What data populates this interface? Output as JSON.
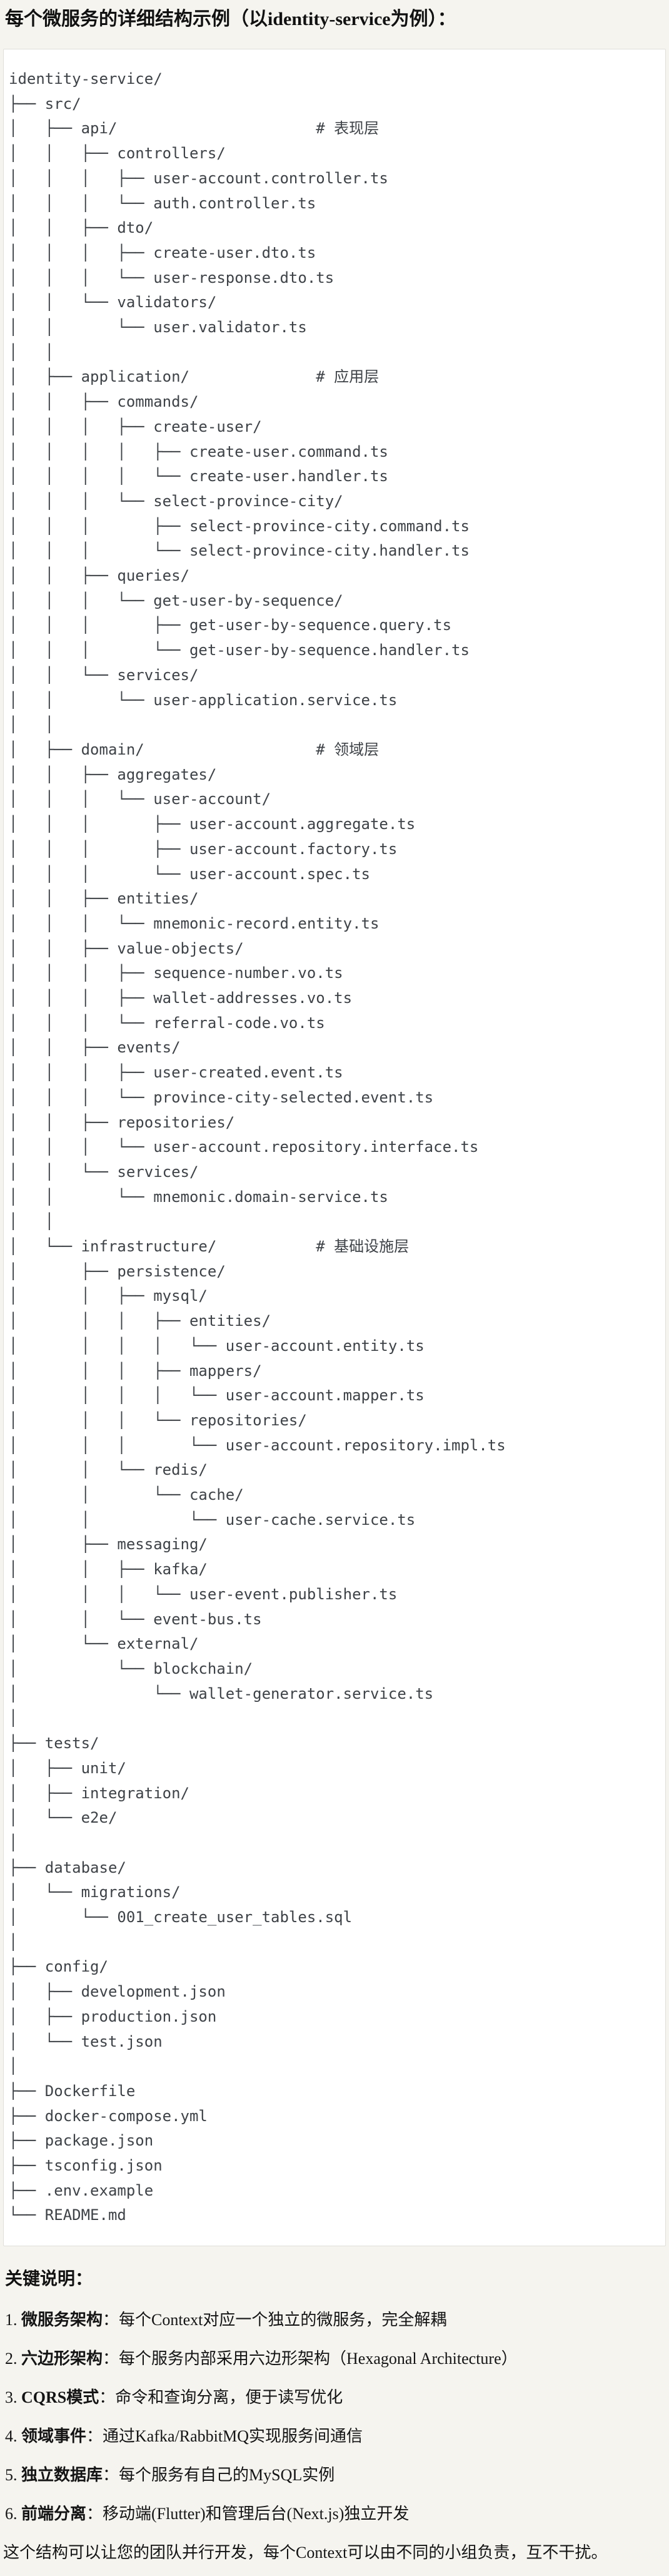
{
  "page": {
    "title": "每个微服务的详细结构示例（以identity-service为例）：",
    "background_color": "#f5f4ef"
  },
  "code_block": {
    "kind": "directory-tree",
    "background_color": "#ffffff",
    "border_color": "#e0dfda",
    "text_color": "#3e4247",
    "layer_comments": [
      "# 表现层",
      "# 应用层",
      "# 领域层",
      "# 基础设施层"
    ],
    "lines": [
      "identity-service/",
      "├── src/",
      "│   ├── api/                      # 表现层",
      "│   │   ├── controllers/",
      "│   │   │   ├── user-account.controller.ts",
      "│   │   │   └── auth.controller.ts",
      "│   │   ├── dto/",
      "│   │   │   ├── create-user.dto.ts",
      "│   │   │   └── user-response.dto.ts",
      "│   │   └── validators/",
      "│   │       └── user.validator.ts",
      "│   │",
      "│   ├── application/              # 应用层",
      "│   │   ├── commands/",
      "│   │   │   ├── create-user/",
      "│   │   │   │   ├── create-user.command.ts",
      "│   │   │   │   └── create-user.handler.ts",
      "│   │   │   └── select-province-city/",
      "│   │   │       ├── select-province-city.command.ts",
      "│   │   │       └── select-province-city.handler.ts",
      "│   │   ├── queries/",
      "│   │   │   └── get-user-by-sequence/",
      "│   │   │       ├── get-user-by-sequence.query.ts",
      "│   │   │       └── get-user-by-sequence.handler.ts",
      "│   │   └── services/",
      "│   │       └── user-application.service.ts",
      "│   │",
      "│   ├── domain/                   # 领域层",
      "│   │   ├── aggregates/",
      "│   │   │   └── user-account/",
      "│   │   │       ├── user-account.aggregate.ts",
      "│   │   │       ├── user-account.factory.ts",
      "│   │   │       └── user-account.spec.ts",
      "│   │   ├── entities/",
      "│   │   │   └── mnemonic-record.entity.ts",
      "│   │   ├── value-objects/",
      "│   │   │   ├── sequence-number.vo.ts",
      "│   │   │   ├── wallet-addresses.vo.ts",
      "│   │   │   └── referral-code.vo.ts",
      "│   │   ├── events/",
      "│   │   │   ├── user-created.event.ts",
      "│   │   │   └── province-city-selected.event.ts",
      "│   │   ├── repositories/",
      "│   │   │   └── user-account.repository.interface.ts",
      "│   │   └── services/",
      "│   │       └── mnemonic.domain-service.ts",
      "│   │",
      "│   └── infrastructure/           # 基础设施层",
      "│       ├── persistence/",
      "│       │   ├── mysql/",
      "│       │   │   ├── entities/",
      "│       │   │   │   └── user-account.entity.ts",
      "│       │   │   ├── mappers/",
      "│       │   │   │   └── user-account.mapper.ts",
      "│       │   │   └── repositories/",
      "│       │   │       └── user-account.repository.impl.ts",
      "│       │   └── redis/",
      "│       │       └── cache/",
      "│       │           └── user-cache.service.ts",
      "│       ├── messaging/",
      "│       │   ├── kafka/",
      "│       │   │   └── user-event.publisher.ts",
      "│       │   └── event-bus.ts",
      "│       └── external/",
      "│           └── blockchain/",
      "│               └── wallet-generator.service.ts",
      "│",
      "├── tests/",
      "│   ├── unit/",
      "│   ├── integration/",
      "│   └── e2e/",
      "│",
      "├── database/",
      "│   └── migrations/",
      "│       └── 001_create_user_tables.sql",
      "│",
      "├── config/",
      "│   ├── development.json",
      "│   ├── production.json",
      "│   └── test.json",
      "│",
      "├── Dockerfile",
      "├── docker-compose.yml",
      "├── package.json",
      "├── tsconfig.json",
      "├── .env.example",
      "└── README.md"
    ]
  },
  "notes": {
    "heading": "关键说明：",
    "items": [
      {
        "number": "1.",
        "term": "微服务架构",
        "separator": "：",
        "text": "每个Context对应一个独立的微服务，完全解耦"
      },
      {
        "number": "2.",
        "term": "六边形架构",
        "separator": "：",
        "text": "每个服务内部采用六边形架构（Hexagonal Architecture）"
      },
      {
        "number": "3.",
        "term": "CQRS模式",
        "separator": "：",
        "text": "命令和查询分离，便于读写优化"
      },
      {
        "number": "4.",
        "term": "领域事件",
        "separator": "：",
        "text": "通过Kafka/RabbitMQ实现服务间通信"
      },
      {
        "number": "5.",
        "term": "独立数据库",
        "separator": "：",
        "text": "每个服务有自己的MySQL实例"
      },
      {
        "number": "6.",
        "term": "前端分离",
        "separator": "：",
        "text": "移动端(Flutter)和管理后台(Next.js)独立开发"
      }
    ],
    "closing": "这个结构可以让您的团队并行开发，每个Context可以由不同的小组负责，互不干扰。"
  }
}
